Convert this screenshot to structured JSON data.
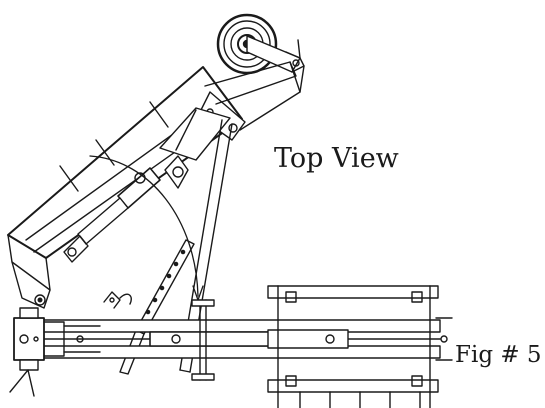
{
  "labels": {
    "view": "Top View",
    "figure": "Fig # 5"
  },
  "colors": {
    "line": "#1a1a1a",
    "background": "#ffffff"
  },
  "parts": {
    "wheel": "gauge-wheel",
    "wing_frame": "folded-wing-frame",
    "fold_arrow": "fold-direction-arrow",
    "main_frame": "main-frame-bar",
    "hitch": "hitch-assembly"
  }
}
